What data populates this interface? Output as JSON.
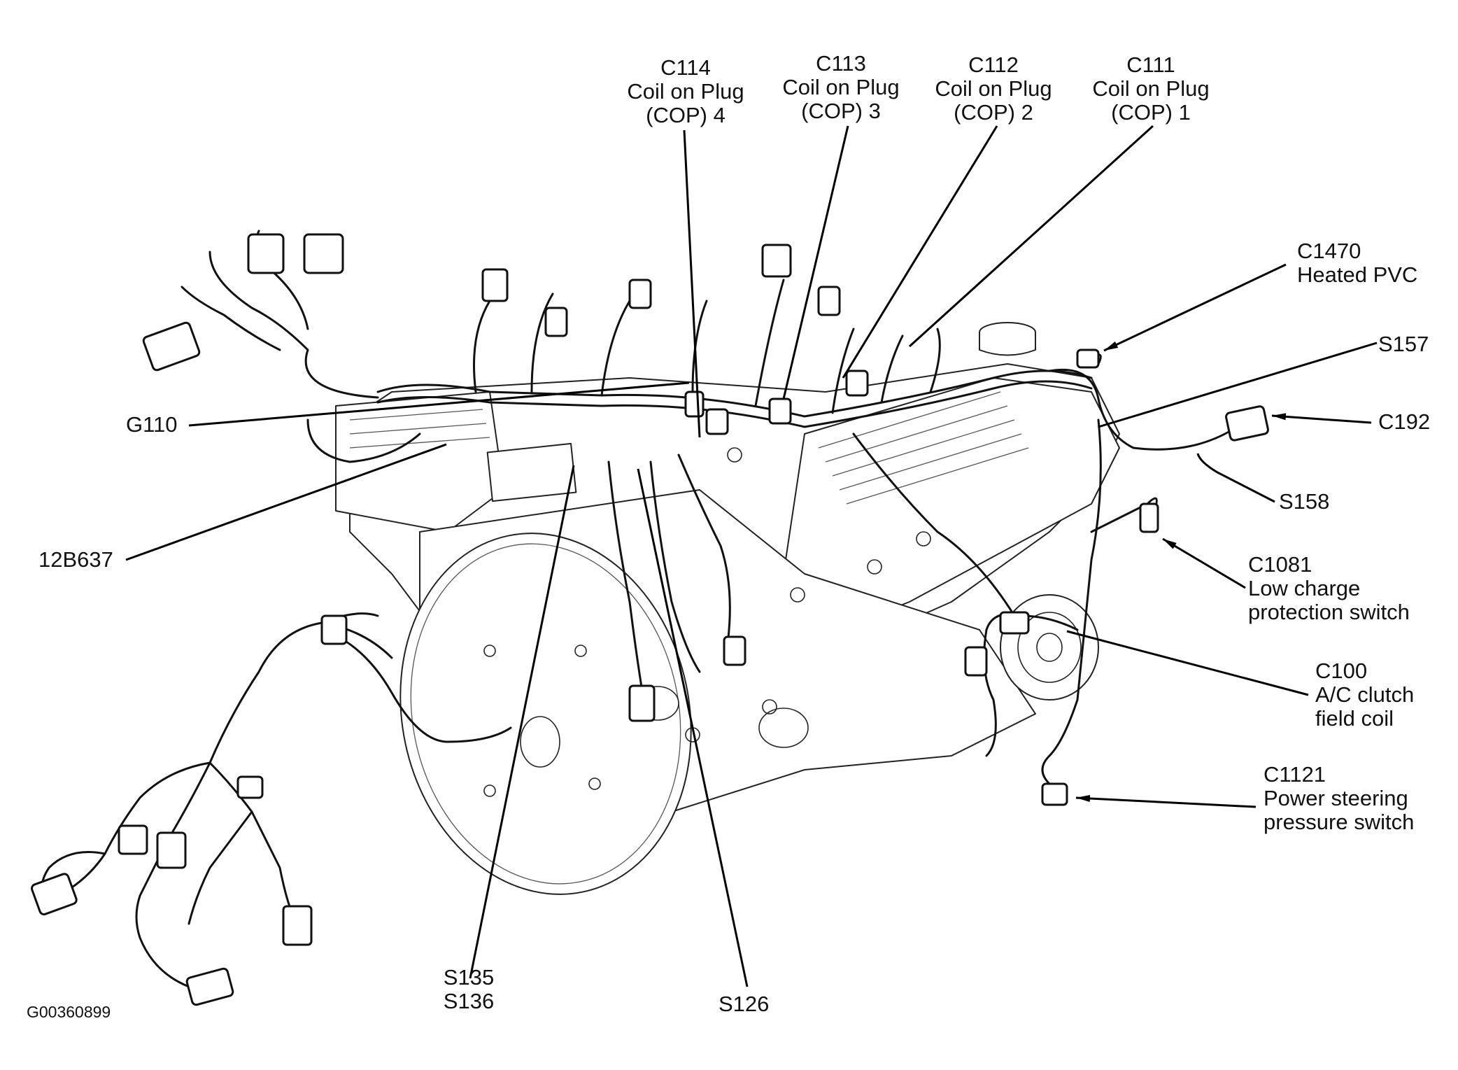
{
  "diagram": {
    "figure_id": "G00360899",
    "labels": {
      "c114": [
        "C114",
        "Coil on Plug",
        "(COP) 4"
      ],
      "c113": [
        "C113",
        "Coil on Plug",
        "(COP) 3"
      ],
      "c112": [
        "C112",
        "Coil on Plug",
        "(COP) 2"
      ],
      "c111": [
        "C111",
        "Coil on Plug",
        "(COP) 1"
      ],
      "c1470": [
        "C1470",
        "Heated PVC"
      ],
      "s157": [
        "S157"
      ],
      "c192": [
        "C192"
      ],
      "s158": [
        "S158"
      ],
      "c1081": [
        "C1081",
        "Low charge",
        "protection switch"
      ],
      "c100": [
        "C100",
        "A/C clutch",
        "field coil"
      ],
      "c1121": [
        "C1121",
        "Power steering",
        "pressure switch"
      ],
      "g110": [
        "G110"
      ],
      "12b637": [
        "12B637"
      ],
      "s135_s136": [
        "S135",
        "S136"
      ],
      "s126": [
        "S126"
      ]
    }
  }
}
